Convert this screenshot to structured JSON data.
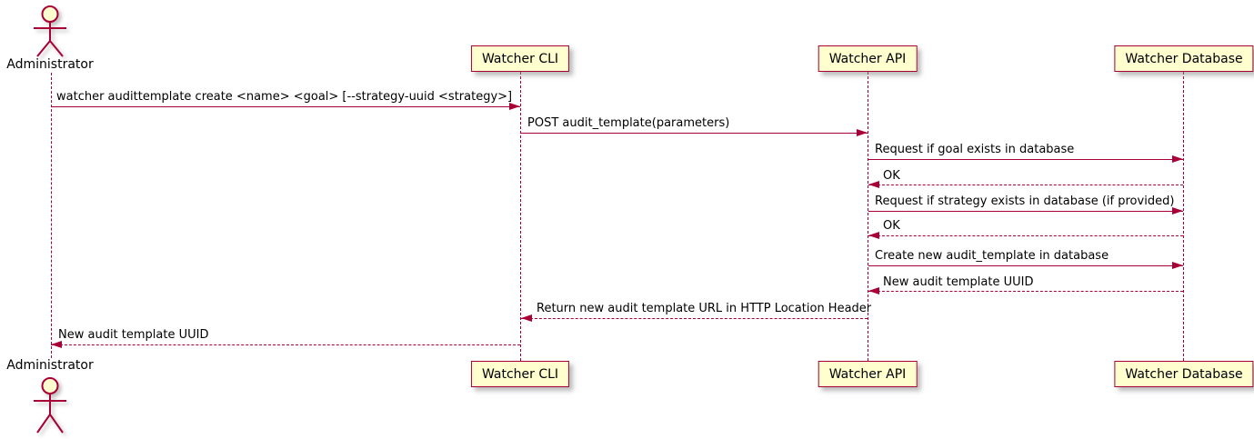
{
  "diagram": {
    "type": "sequence-diagram",
    "accent_color": "#A80036",
    "participant_fill_color": "#FEFECE",
    "actor": {
      "label": "Administrator"
    },
    "participants": [
      {
        "label": "Watcher CLI"
      },
      {
        "label": "Watcher API"
      },
      {
        "label": "Watcher Database"
      }
    ],
    "messages": [
      {
        "from": "Administrator",
        "to": "Watcher CLI",
        "line": "solid",
        "label": "watcher audittemplate create <name> <goal> [--strategy-uuid <strategy>]"
      },
      {
        "from": "Watcher CLI",
        "to": "Watcher API",
        "line": "solid",
        "label": "POST audit_template(parameters)"
      },
      {
        "from": "Watcher API",
        "to": "Watcher Database",
        "line": "solid",
        "label": "Request if goal exists in database"
      },
      {
        "from": "Watcher Database",
        "to": "Watcher API",
        "line": "dashed",
        "label": "OK"
      },
      {
        "from": "Watcher API",
        "to": "Watcher Database",
        "line": "solid",
        "label": "Request if strategy exists in database (if provided)"
      },
      {
        "from": "Watcher Database",
        "to": "Watcher API",
        "line": "dashed",
        "label": "OK"
      },
      {
        "from": "Watcher API",
        "to": "Watcher Database",
        "line": "solid",
        "label": "Create new audit_template in database"
      },
      {
        "from": "Watcher Database",
        "to": "Watcher API",
        "line": "dashed",
        "label": "New audit template UUID"
      },
      {
        "from": "Watcher API",
        "to": "Watcher CLI",
        "line": "dashed",
        "label": "Return new audit template URL in HTTP Location Header"
      },
      {
        "from": "Watcher CLI",
        "to": "Administrator",
        "line": "dashed",
        "label": "New audit template UUID"
      }
    ]
  }
}
